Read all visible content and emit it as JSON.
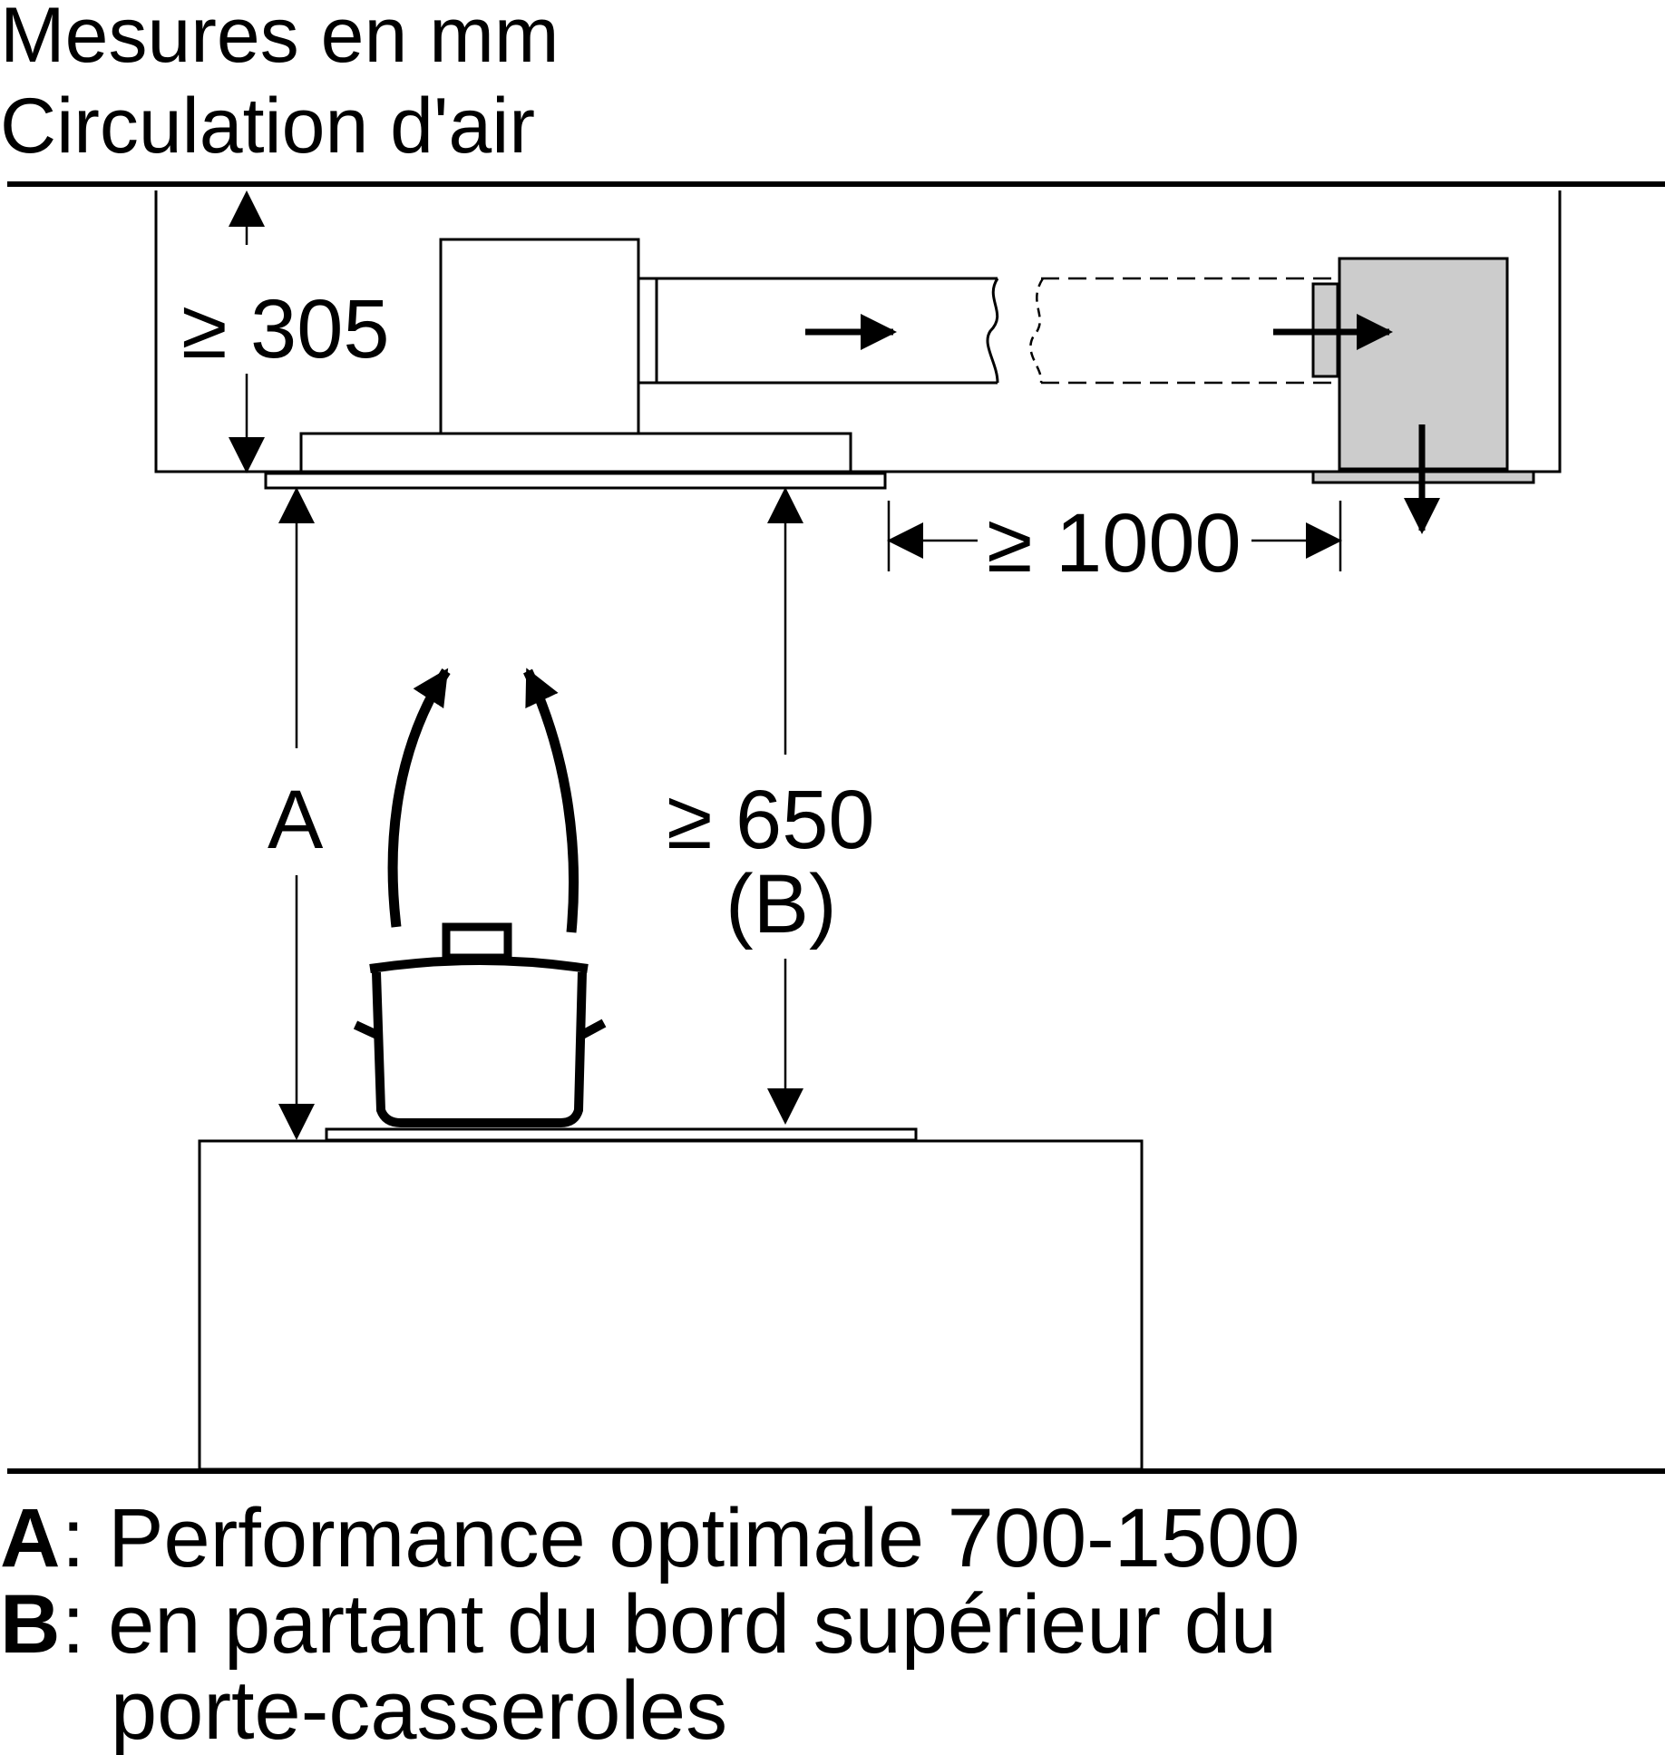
{
  "header": {
    "units": "Mesures en mm",
    "mode": "Circulation d'air"
  },
  "dimensions": {
    "height_above_ceiling": "≥ 305",
    "duct_length": "≥ 1000",
    "label_a": "A",
    "min_height_line1": "≥ 650",
    "min_height_line2": "(B)"
  },
  "legend": {
    "a_key": "A",
    "a_text": ": Performance optimale 700-1500",
    "b_key": "B",
    "b_text_line1": ": en partant du bord supérieur du",
    "b_text_line2": "porte-casseroles"
  },
  "colors": {
    "line": "#000000",
    "filter_box_fill": "#cccccc",
    "background": "#ffffff"
  },
  "icons": [
    "pot-icon",
    "steam-arrow-icon",
    "airflow-arrow-icon"
  ]
}
